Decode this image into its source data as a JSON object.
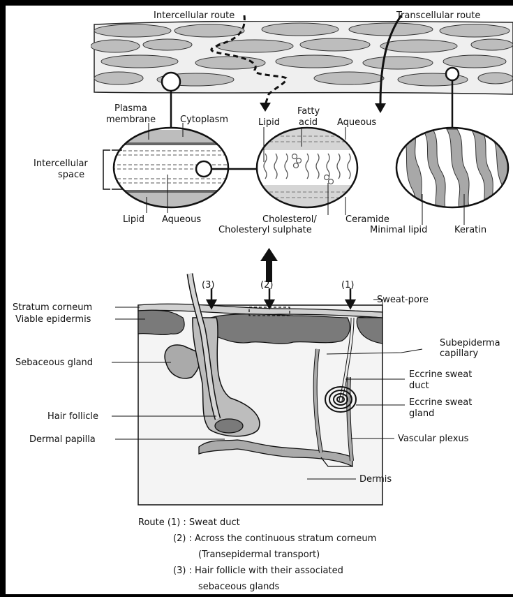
{
  "routes_top": {
    "intercellular": "Intercellular route",
    "transcellular": "Transcellular route"
  },
  "circle_left": {
    "plasma_membrane": [
      "Plasma",
      "membrane"
    ],
    "cytoplasm": "Cytoplasm",
    "intercellular_space": [
      "Intercellular",
      "space"
    ],
    "lipid": "Lipid",
    "aqueous": "Aqueous"
  },
  "circle_middle": {
    "lipid": "Lipid",
    "fatty_acid": [
      "Fatty",
      "acid"
    ],
    "aqueous": "Aqueous",
    "cholesterol": [
      "Cholesterol/",
      "Cholesteryl sulphate"
    ],
    "ceramide": "Ceramide"
  },
  "circle_right": {
    "minimal_lipid": "Minimal lipid",
    "keratin": "Keratin"
  },
  "route_markers": [
    "(3)",
    "(2)",
    "(1)"
  ],
  "skin_left": {
    "stratum_corneum": "Stratum corneum",
    "viable_epidermis": "Viable epidermis",
    "sebaceous_gland": "Sebaceous gland",
    "hair_follicle": "Hair follicle",
    "dermal_papilla": "Dermal papilla"
  },
  "skin_right": {
    "sweat_pore": "Sweat-pore",
    "subepidermal_capillary": [
      "Subepiderma",
      "capillary"
    ],
    "eccrine_duct": [
      "Eccrine sweat",
      "duct"
    ],
    "eccrine_gland": [
      "Eccrine sweat",
      "gland"
    ],
    "vascular_plexus": "Vascular plexus",
    "dermis": "Dermis"
  },
  "legend": {
    "line1": "Route (1) : Sweat duct",
    "line2": "(2) : Across the continuous stratum corneum",
    "line3": "(Transepidermal transport)",
    "line4": "(3) : Hair follicle with their associated",
    "line5": "sebaceous glands"
  }
}
